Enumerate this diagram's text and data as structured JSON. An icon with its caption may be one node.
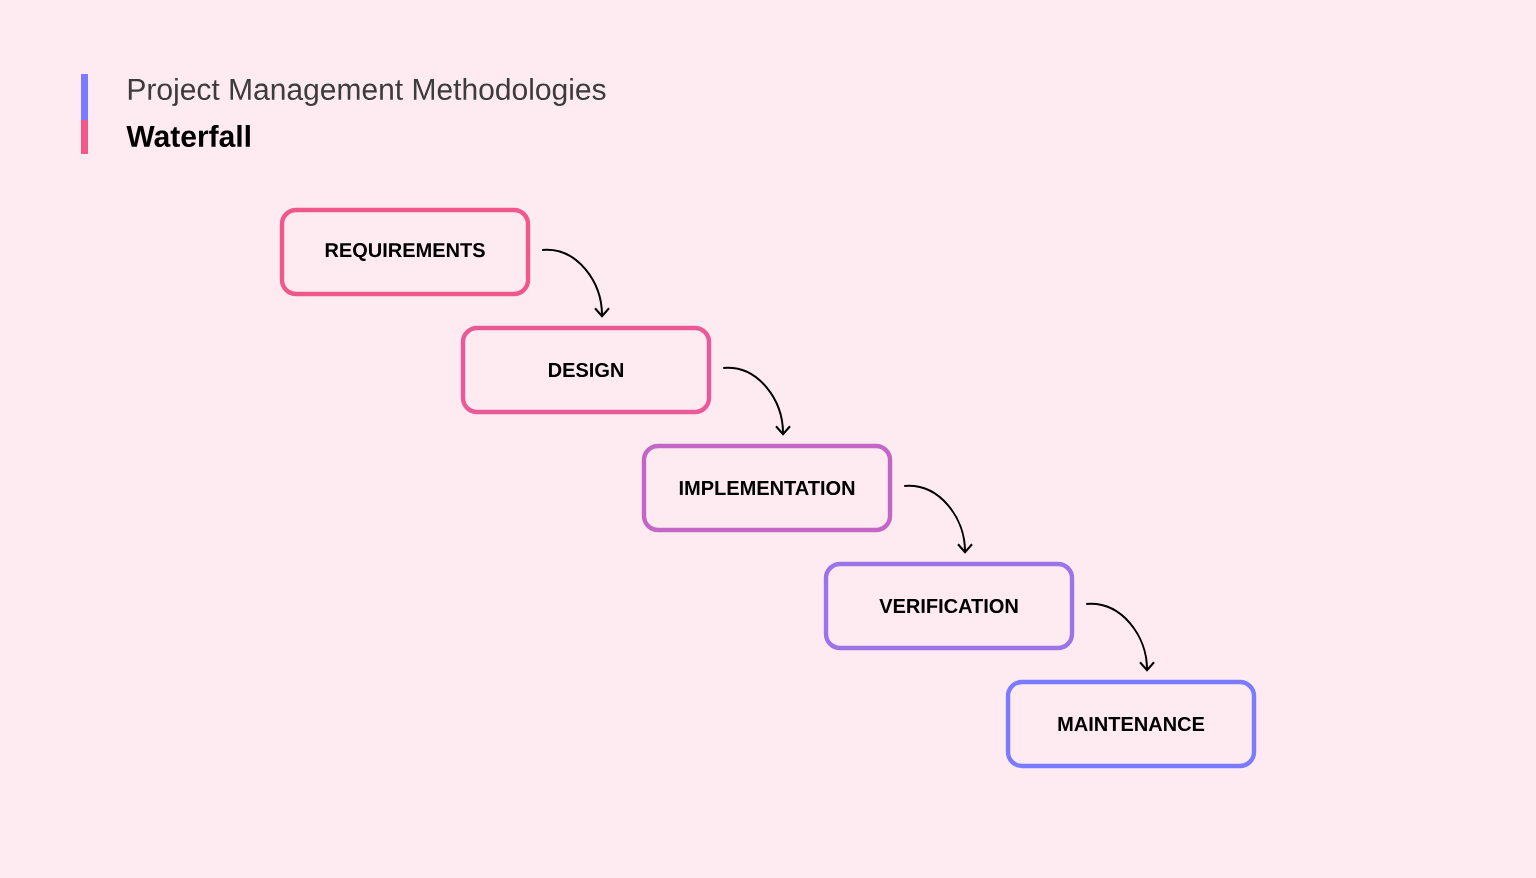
{
  "diagram": {
    "title": "Project Management Methodologies",
    "nodes": [
      {
        "text": [
          "REQUIREMENTS"
        ]
      },
      {
        "text": [
          "DESIGN"
        ]
      },
      {
        "text": [
          "IMPLEMENTATION"
        ]
      },
      {
        "text": [
          "VERIFICATION"
        ]
      },
      {
        "text": [
          "MAINTENANCE"
        ]
      }
    ],
    "edges": [
      {
        "from": 0,
        "to": 1,
        "arrow": "to"
      },
      {
        "from": 1,
        "to": 2,
        "arrow": "to"
      },
      {
        "from": 2,
        "to": 3,
        "arrow": "to"
      },
      {
        "from": 3,
        "to": 4,
        "arrow": "to"
      }
    ],
    "labels": [
      "Waterfall"
    ]
  }
}
